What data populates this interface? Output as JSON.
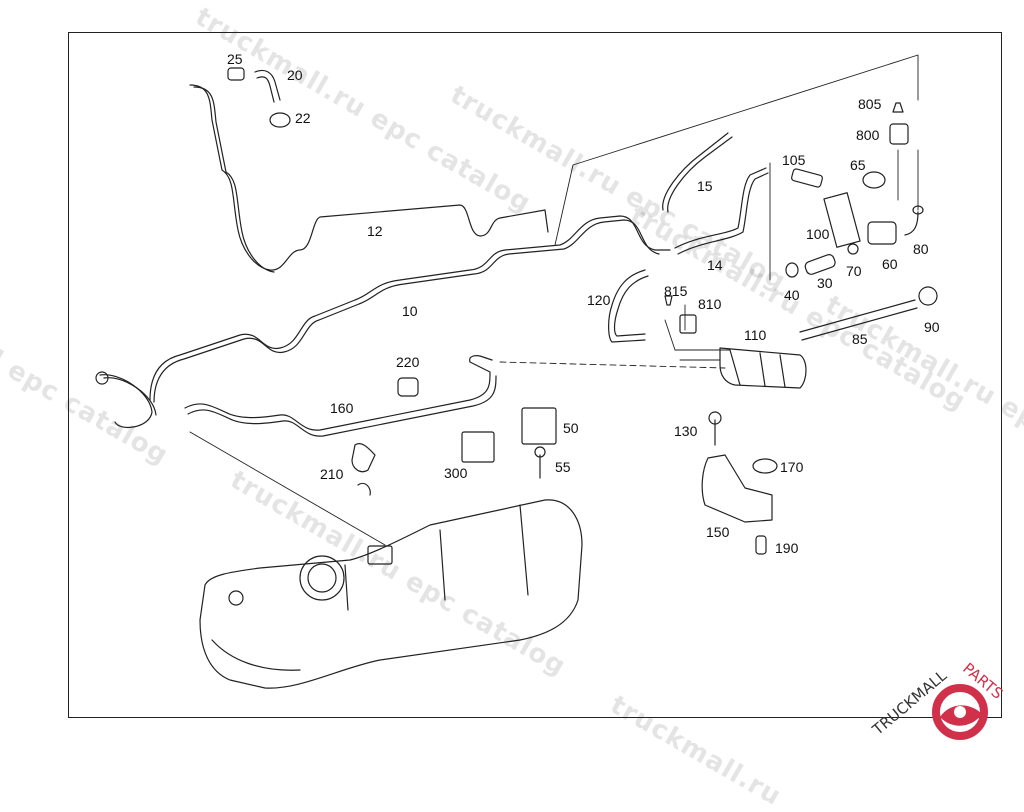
{
  "watermark": {
    "text_a": "truckmall.ru epc catalog",
    "text_b": "truckmall.ru epc catalog",
    "text_c": "truckmall.ru epc catalog",
    "text_d": "truckmall.ru epc catalog",
    "text_e": "truckmall.ru epc catalog",
    "text_f": "l epc catalog",
    "text_g": "truckmall.ru",
    "color": "#000000"
  },
  "brand": {
    "text_a": "TRUCKMALL",
    "text_b": "PARTS",
    "accent_color": "#d0304a",
    "dark_color": "#333333"
  },
  "labels": {
    "p25": "25",
    "p20": "20",
    "p22": "22",
    "p12": "12",
    "p10": "10",
    "p15": "15",
    "p14": "14",
    "p120": "120",
    "p105": "105",
    "p65": "65",
    "p805": "805",
    "p800": "800",
    "p100": "100",
    "p80": "80",
    "p60": "60",
    "p70": "70",
    "p30": "30",
    "p40": "40",
    "p815": "815",
    "p810": "810",
    "p110": "110",
    "p85": "85",
    "p90": "90",
    "p220": "220",
    "p160": "160",
    "p50": "50",
    "p55": "55",
    "p300": "300",
    "p210": "210",
    "p130": "130",
    "p170": "170",
    "p150": "150",
    "p190": "190"
  }
}
